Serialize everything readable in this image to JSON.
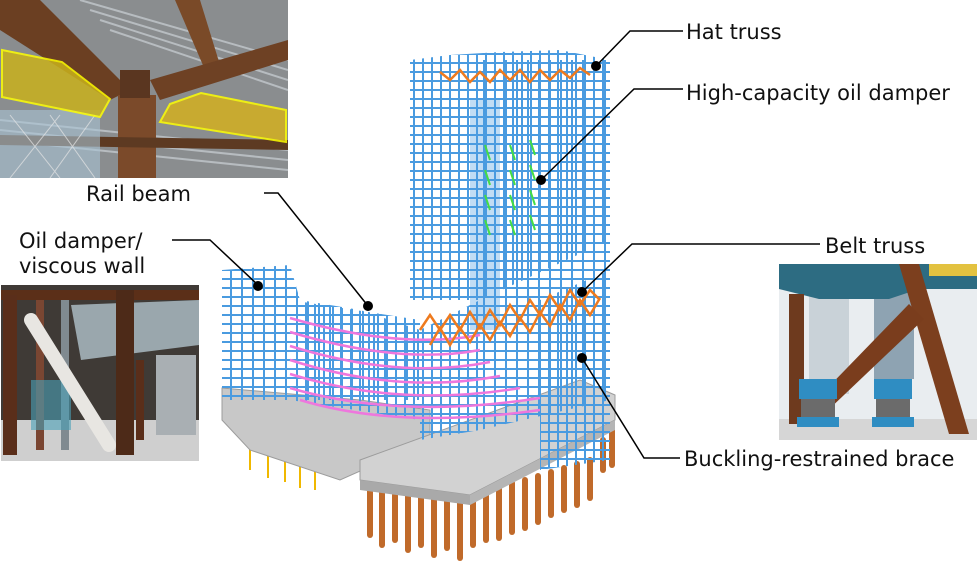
{
  "diagram": {
    "labels": {
      "hat_truss": "Hat truss",
      "high_capacity_oil_damper": "High-capacity oil damper",
      "rail_beam": "Rail beam",
      "oil_damper_line1": "Oil damper/",
      "oil_damper_line2": "viscous wall",
      "belt_truss": "Belt truss",
      "buckling_restrained_brace": "Buckling-restrained brace"
    },
    "photos": [
      {
        "name": "rail-beam-photo",
        "depicts": "steel beams with yellow-highlighted rail beam sections"
      },
      {
        "name": "oil-damper-photo",
        "depicts": "white diagonal oil damper between steel columns"
      },
      {
        "name": "brace-photo",
        "depicts": "large steel buckling-restrained brace with scissor lifts"
      }
    ],
    "model": {
      "depicts": "3D structural model of tower and podium on piles",
      "colors": {
        "frame": "#4a9be0",
        "truss": "#ee7a1e",
        "damper": "#44dd44",
        "rail_beam": "#ee77dd",
        "foundation": "#c8c8c8",
        "piles": "#c06a2a",
        "pile_caps": "#f0b800"
      }
    }
  }
}
